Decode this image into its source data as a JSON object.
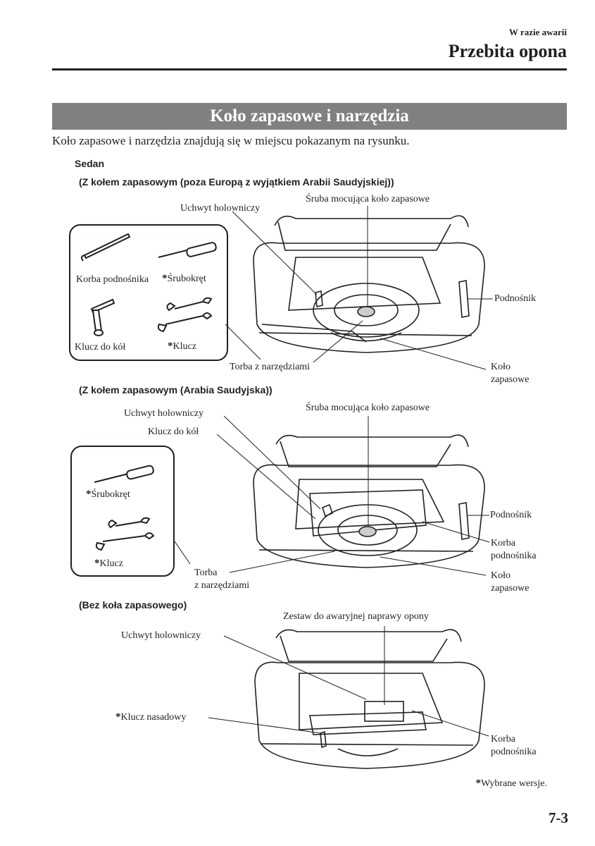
{
  "header": {
    "section": "W razie awarii",
    "title": "Przebita opona"
  },
  "banner": "Koło zapasowe i narzędzia",
  "intro": "Koło zapasowe i narzędzia znajdują się w miejscu pokazanym na rysunku.",
  "sedan": "Sedan",
  "fig1": {
    "heading": "(Z kołem zapasowym (poza Europą z wyjątkiem Arabii Saudyjskiej))",
    "labels": {
      "tow_hook": "Uchwyt holowniczy",
      "spare_bolt": "Śruba mocująca koło zapasowe",
      "jack": "Podnośnik",
      "tool_bag": "Torba z narzędziami",
      "spare_tire_1": "Koło",
      "spare_tire_2": "zapasowe",
      "jack_handle": "Korba podnośnika",
      "screwdriver": "Śrubokręt",
      "lug_wrench": "Klucz do kół",
      "wrench": "Klucz"
    }
  },
  "fig2": {
    "heading": "(Z kołem zapasowym (Arabia Saudyjska))",
    "labels": {
      "tow_hook": "Uchwyt holowniczy",
      "lug_wrench": "Klucz do kół",
      "spare_bolt": "Śruba mocująca koło zapasowe",
      "jack": "Podnośnik",
      "jack_handle_1": "Korba",
      "jack_handle_2": "podnośnika",
      "spare_tire_1": "Koło",
      "spare_tire_2": "zapasowe",
      "tool_bag_1": "Torba",
      "tool_bag_2": "z narzędziami",
      "screwdriver": "Śrubokręt",
      "wrench": "Klucz"
    }
  },
  "fig3": {
    "heading": "(Bez koła zapasowego)",
    "labels": {
      "repair_kit": "Zestaw do awaryjnej naprawy opony",
      "tow_hook": "Uchwyt holowniczy",
      "socket_wrench": "Klucz nasadowy",
      "jack_handle_1": "Korba",
      "jack_handle_2": "podnośnika"
    }
  },
  "footnote": "Wybrane wersje.",
  "star": "*",
  "page_number": "7-3"
}
